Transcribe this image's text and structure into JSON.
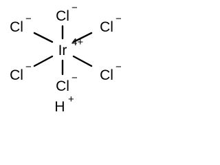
{
  "molecule": {
    "center": {
      "symbol": "Ir",
      "charge": "4+"
    },
    "ligands": [
      {
        "id": "top",
        "symbol": "Cl",
        "charge": "−"
      },
      {
        "id": "upper-left",
        "symbol": "Cl",
        "charge": "−"
      },
      {
        "id": "upper-right",
        "symbol": "Cl",
        "charge": "−"
      },
      {
        "id": "lower-left",
        "symbol": "Cl",
        "charge": "−"
      },
      {
        "id": "lower-right",
        "symbol": "Cl",
        "charge": "−"
      },
      {
        "id": "bottom",
        "symbol": "Cl",
        "charge": "−"
      }
    ],
    "counterion": {
      "symbol": "H",
      "charge": "+"
    }
  }
}
